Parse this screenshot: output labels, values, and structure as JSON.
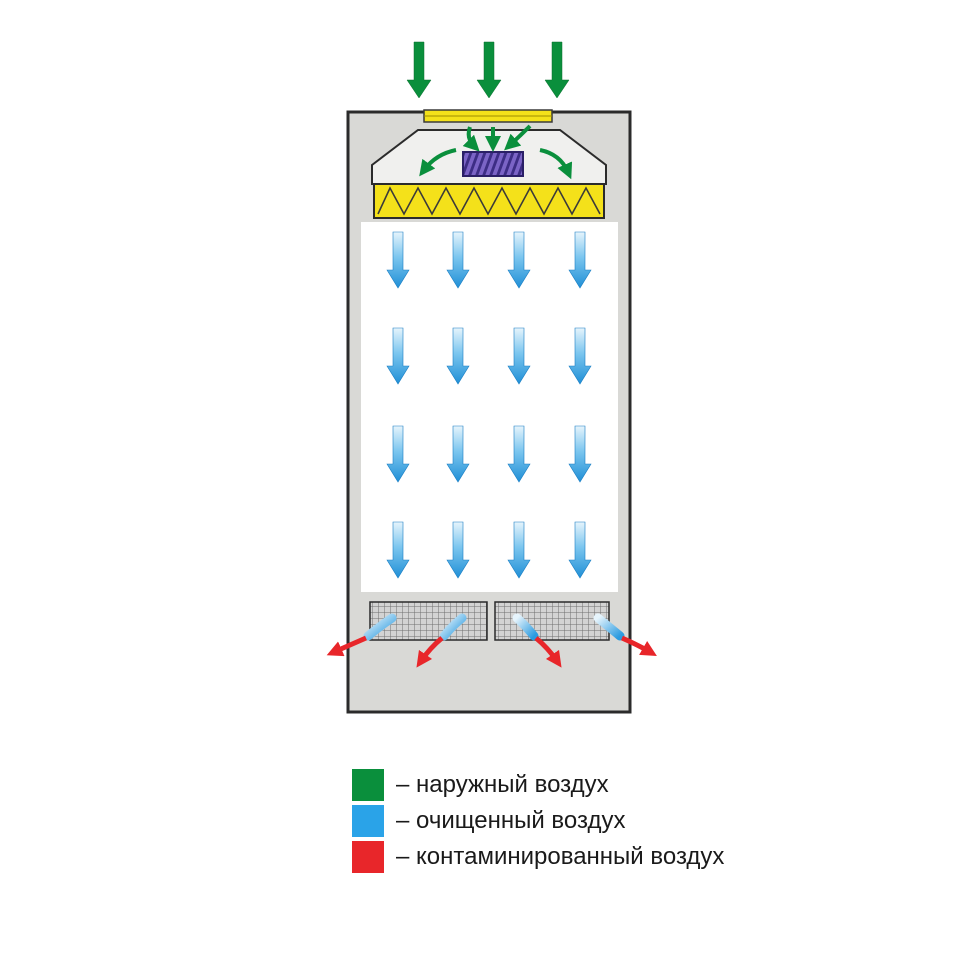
{
  "colors": {
    "outside_air": "#0a8f3c",
    "clean_air": "#2aa3e8",
    "contaminated_air": "#e8262a",
    "cabinet_body": "#d9d9d6",
    "work_chamber": "#ffffff",
    "filter_yellow": "#f4e11a",
    "fan_purple": "#6a54b8"
  },
  "legend": [
    {
      "icon": "green-square",
      "color": "#0a8f3c",
      "label": "– наружный воздух"
    },
    {
      "icon": "blue-square",
      "color": "#2aa3e8",
      "label": "– очищенный воздух"
    },
    {
      "icon": "red-square",
      "color": "#e8262a",
      "label": "– контаминированный воздух"
    }
  ]
}
